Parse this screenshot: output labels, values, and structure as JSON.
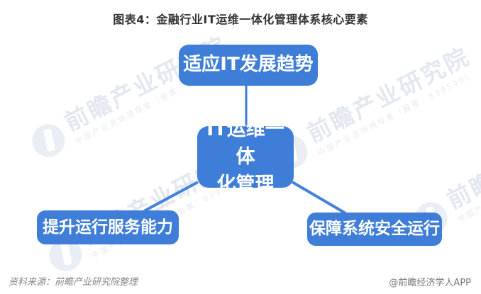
{
  "title": "图表4：金融行业IT运维一体化管理体系核心要素",
  "diagram": {
    "node_color": "#3e7dd8",
    "connector_color": "#3e7dd8",
    "text_color": "#ffffff",
    "top_node": {
      "label": "适应IT发展趋势"
    },
    "center_node": {
      "label": "IT运维一体化管理",
      "lines": [
        "IT运维一体",
        "化管理"
      ]
    },
    "bottom_left_node": {
      "label": "提升运行服务能力"
    },
    "bottom_right_node": {
      "label": "保障系统安全运行"
    }
  },
  "watermark": {
    "brand": "前瞻产业研究院",
    "tagline": "中国产业咨询领导者（股票：839599）"
  },
  "footer": {
    "source": "资料来源：前瞻产业研究院整理",
    "credit": "@前瞻经济学人APP"
  }
}
